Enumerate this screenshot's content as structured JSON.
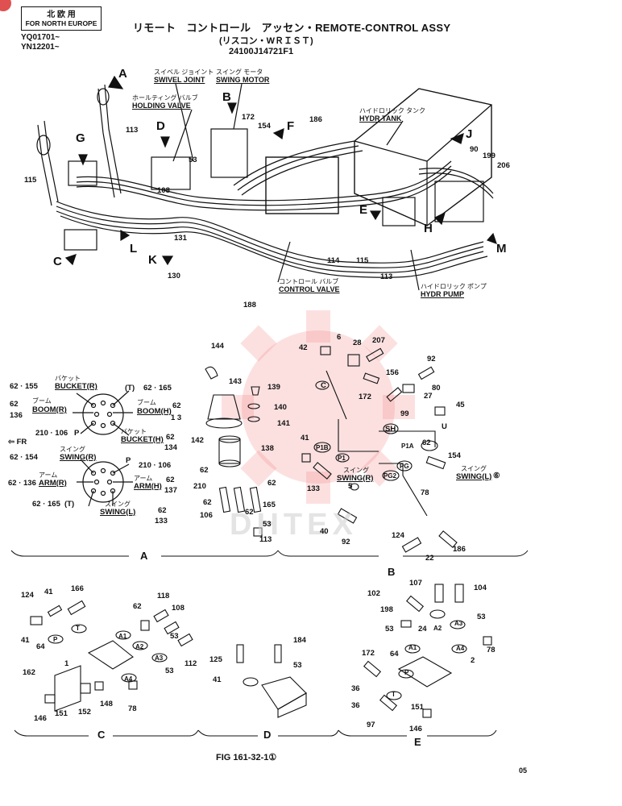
{
  "header": {
    "region_jp": "北 欧 用",
    "region_en": "FOR NORTH EUROPE",
    "serial_1": "YQ01701~",
    "serial_2": "YN12201~",
    "title_line": "リモート　コントロール　アッセン・REMOTE-CONTROL ASSY",
    "subtitle": "(リスコン・WＲＩＳＴ)",
    "part_no": "24100J14721F1"
  },
  "callouts": {
    "swivel_jp": "スイベル ジョイント",
    "swivel_en": "SWIVEL JOINT",
    "swing_motor_jp": "スイング モータ",
    "swing_motor_en": "SWING MOTOR",
    "holding_jp": "ホールティング バルブ",
    "holding_en": "HOLDING VALVE",
    "tank_jp": "ハイドロリック タンク",
    "tank_en": "HYDR TANK",
    "cv_jp": "コントロール バルブ",
    "cv_en": "CONTROL VALVE",
    "pump_jp": "ハイドロリック ポンプ",
    "pump_en": "HYDR PUMP"
  },
  "view_letters": [
    "A",
    "B",
    "C",
    "D",
    "E",
    "F",
    "G",
    "H",
    "J",
    "K",
    "L",
    "M"
  ],
  "top_numbers": [
    "172",
    "154",
    "186",
    "113",
    "115",
    "53",
    "108",
    "131",
    "130",
    "114",
    "115",
    "113",
    "188",
    "90",
    "199",
    "206"
  ],
  "schematic_a": {
    "r1": "62 · 155",
    "r1b_jp": "バケット",
    "r1b": "BUCKET(R)",
    "r1c": "(T)",
    "r1d": "62 · 165",
    "r2": "62",
    "r2b_jp": "ブーム",
    "r2b": "BOOM(R)",
    "r2c_jp": "ブーム",
    "r2c": "BOOM(H)",
    "r2d": "62",
    "r3": "136",
    "r3d": "1 3",
    "r4": "210 · 106",
    "r4b": "P",
    "r4c_jp": "バケット",
    "r4c": "BUCKET(H)",
    "r4d": "62",
    "fr": "FR",
    "r5d": "134",
    "r6": "62 · 154",
    "r6b_jp": "スイング",
    "r6b": "SWING(R)",
    "r7c": "210 · 106",
    "r7p": "P",
    "r8_jp": "アーム",
    "r8": "62 · 136",
    "r8b": "ARM(R)",
    "r8c_jp": "アーム",
    "r8c": "ARM(H)",
    "r8d": "62",
    "r9d": "137",
    "r10": "62 · 165",
    "r10b": "(T)",
    "r10c_jp": "スイング",
    "r10c": "SWING(L)",
    "r10d": "62",
    "r11d": "133"
  },
  "parts_a": [
    "144",
    "143",
    "139",
    "140",
    "141",
    "142",
    "138",
    "62",
    "210",
    "62",
    "62",
    "106",
    "62",
    "165",
    "53",
    "113"
  ],
  "parts_b": [
    "42",
    "6",
    "28",
    "207",
    "92",
    "156",
    "80",
    "27",
    "45",
    "172",
    "99",
    "C",
    "41",
    "SH",
    "U",
    "62",
    "P1B",
    "P1",
    "P1A",
    "154",
    "133",
    "5",
    "PG",
    "PG2",
    "78",
    "40",
    "92",
    "124",
    "22",
    "186"
  ],
  "parts_b_labels": {
    "swing_r_jp": "スイング",
    "swing_r": "SWING(R)",
    "swing_l_jp": "スイング",
    "swing_l": "SWING(L)",
    "six": "⑥"
  },
  "parts_c": [
    "124",
    "41",
    "166",
    "41",
    "64",
    "62",
    "118",
    "108",
    "53",
    "112",
    "53",
    "1",
    "162",
    "146",
    "151",
    "152",
    "148",
    "78",
    "T",
    "P",
    "A1",
    "A2",
    "A3",
    "A4"
  ],
  "parts_d": [
    "184",
    "125",
    "53",
    "41"
  ],
  "parts_e": [
    "107",
    "104",
    "102",
    "198",
    "53",
    "53",
    "24",
    "78",
    "172",
    "64",
    "2",
    "36",
    "36",
    "151",
    "97",
    "146",
    "A1",
    "A2",
    "A3",
    "A4",
    "P",
    "T"
  ],
  "sections": [
    "A",
    "B",
    "C",
    "D",
    "E"
  ],
  "figure": "FIG 161-32-1①",
  "page": "05",
  "watermark": "DHTEX",
  "colors": {
    "ink": "#111111",
    "watermark": "#f07070"
  }
}
